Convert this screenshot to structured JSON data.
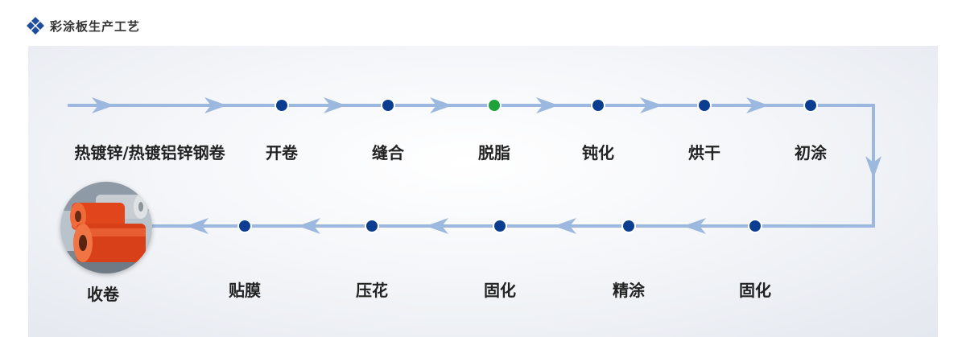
{
  "header": {
    "title": "彩涂板生产工艺",
    "icon": "diamond-cluster-icon",
    "icon_color": "#1c4d9e"
  },
  "colors": {
    "line": "#9cb8de",
    "node": "#0b3d91",
    "active_node": "#1ea23a",
    "coil_orange": "#e0451c"
  },
  "steps_top": [
    {
      "label": "热镀锌/热镀铝锌钢卷",
      "node": false
    },
    {
      "label": "开卷",
      "node": true,
      "active": false
    },
    {
      "label": "缝合",
      "node": true,
      "active": false
    },
    {
      "label": "脱脂",
      "node": true,
      "active": true
    },
    {
      "label": "钝化",
      "node": true,
      "active": false
    },
    {
      "label": "烘干",
      "node": true,
      "active": false
    },
    {
      "label": "初涂",
      "node": true,
      "active": false
    }
  ],
  "steps_bottom": [
    {
      "label": "固化",
      "node": true
    },
    {
      "label": "精涂",
      "node": true
    },
    {
      "label": "固化",
      "node": true
    },
    {
      "label": "压花",
      "node": true
    },
    {
      "label": "贴膜",
      "node": true
    },
    {
      "label": "收卷",
      "node": false,
      "image": "steel-coil-image"
    }
  ]
}
